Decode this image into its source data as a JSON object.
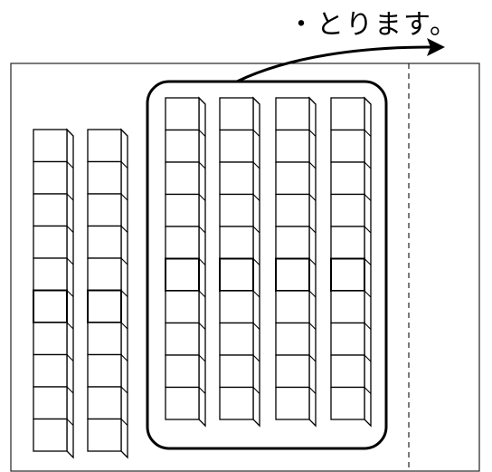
{
  "caption": "・とります。",
  "stick_groups": [
    {
      "name": "remaining-sticks",
      "sticks": 2,
      "cubes_per_stick": 10
    },
    {
      "name": "taken-sticks",
      "sticks": 4,
      "cubes_per_stick": 10,
      "enclosed": true
    }
  ],
  "arrow_direction": "right"
}
